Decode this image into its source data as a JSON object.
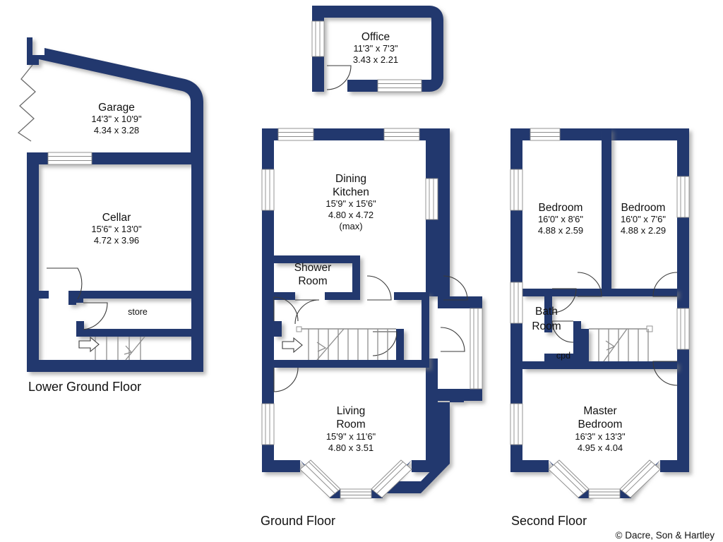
{
  "document": {
    "type": "floor-plan",
    "copyright": "© Dacre, Son & Hartley",
    "wall_color": "#22386e",
    "background_color": "#ffffff",
    "text_color": "#111111"
  },
  "floors": [
    {
      "id": "lower-ground",
      "label": "Lower Ground Floor",
      "rooms": [
        {
          "id": "garage",
          "name": "Garage",
          "dim_imperial": "14'3\"  x  10'9\"",
          "dim_metric": "4.34  x  3.28"
        },
        {
          "id": "cellar",
          "name": "Cellar",
          "dim_imperial": "15'6\"  x  13'0\"",
          "dim_metric": "4.72  x  3.96"
        },
        {
          "id": "store",
          "name": "store",
          "dim_imperial": "",
          "dim_metric": ""
        }
      ]
    },
    {
      "id": "office-annex",
      "label": "",
      "rooms": [
        {
          "id": "office",
          "name": "Office",
          "dim_imperial": "11'3\"  x   7'3\"",
          "dim_metric": "3.43  x   2.21"
        }
      ]
    },
    {
      "id": "ground",
      "label": "Ground Floor",
      "rooms": [
        {
          "id": "dining-kitchen",
          "name_line1": "Dining",
          "name_line2": "Kitchen",
          "dim_imperial": "15'9\"  x  15'6\"",
          "dim_metric": "4.80  x  4.72",
          "note": "(max)"
        },
        {
          "id": "shower-room",
          "name_line1": "Shower",
          "name_line2": "Room",
          "dim_imperial": "",
          "dim_metric": ""
        },
        {
          "id": "living-room",
          "name_line1": "Living",
          "name_line2": "Room",
          "dim_imperial": "15'9\"  x  11'6\"",
          "dim_metric": "4.80  x  3.51"
        }
      ]
    },
    {
      "id": "second",
      "label": "Second Floor",
      "rooms": [
        {
          "id": "bedroom-left",
          "name": "Bedroom",
          "dim_imperial": "16'0\"  x   8'6\"",
          "dim_metric": "4.88  x   2.59"
        },
        {
          "id": "bedroom-right",
          "name": "Bedroom",
          "dim_imperial": "16'0\"  x   7'6\"",
          "dim_metric": "4.88  x   2.29"
        },
        {
          "id": "bath-room",
          "name_line1": "Bath",
          "name_line2": "Room",
          "dim_imperial": "",
          "dim_metric": ""
        },
        {
          "id": "cupboard",
          "name": "cpd",
          "dim_imperial": "",
          "dim_metric": ""
        },
        {
          "id": "master-bedroom",
          "name_line1": "Master",
          "name_line2": "Bedroom",
          "dim_imperial": "16'3\"  x  13'3\"",
          "dim_metric": "4.95  x  4.04"
        }
      ]
    }
  ]
}
